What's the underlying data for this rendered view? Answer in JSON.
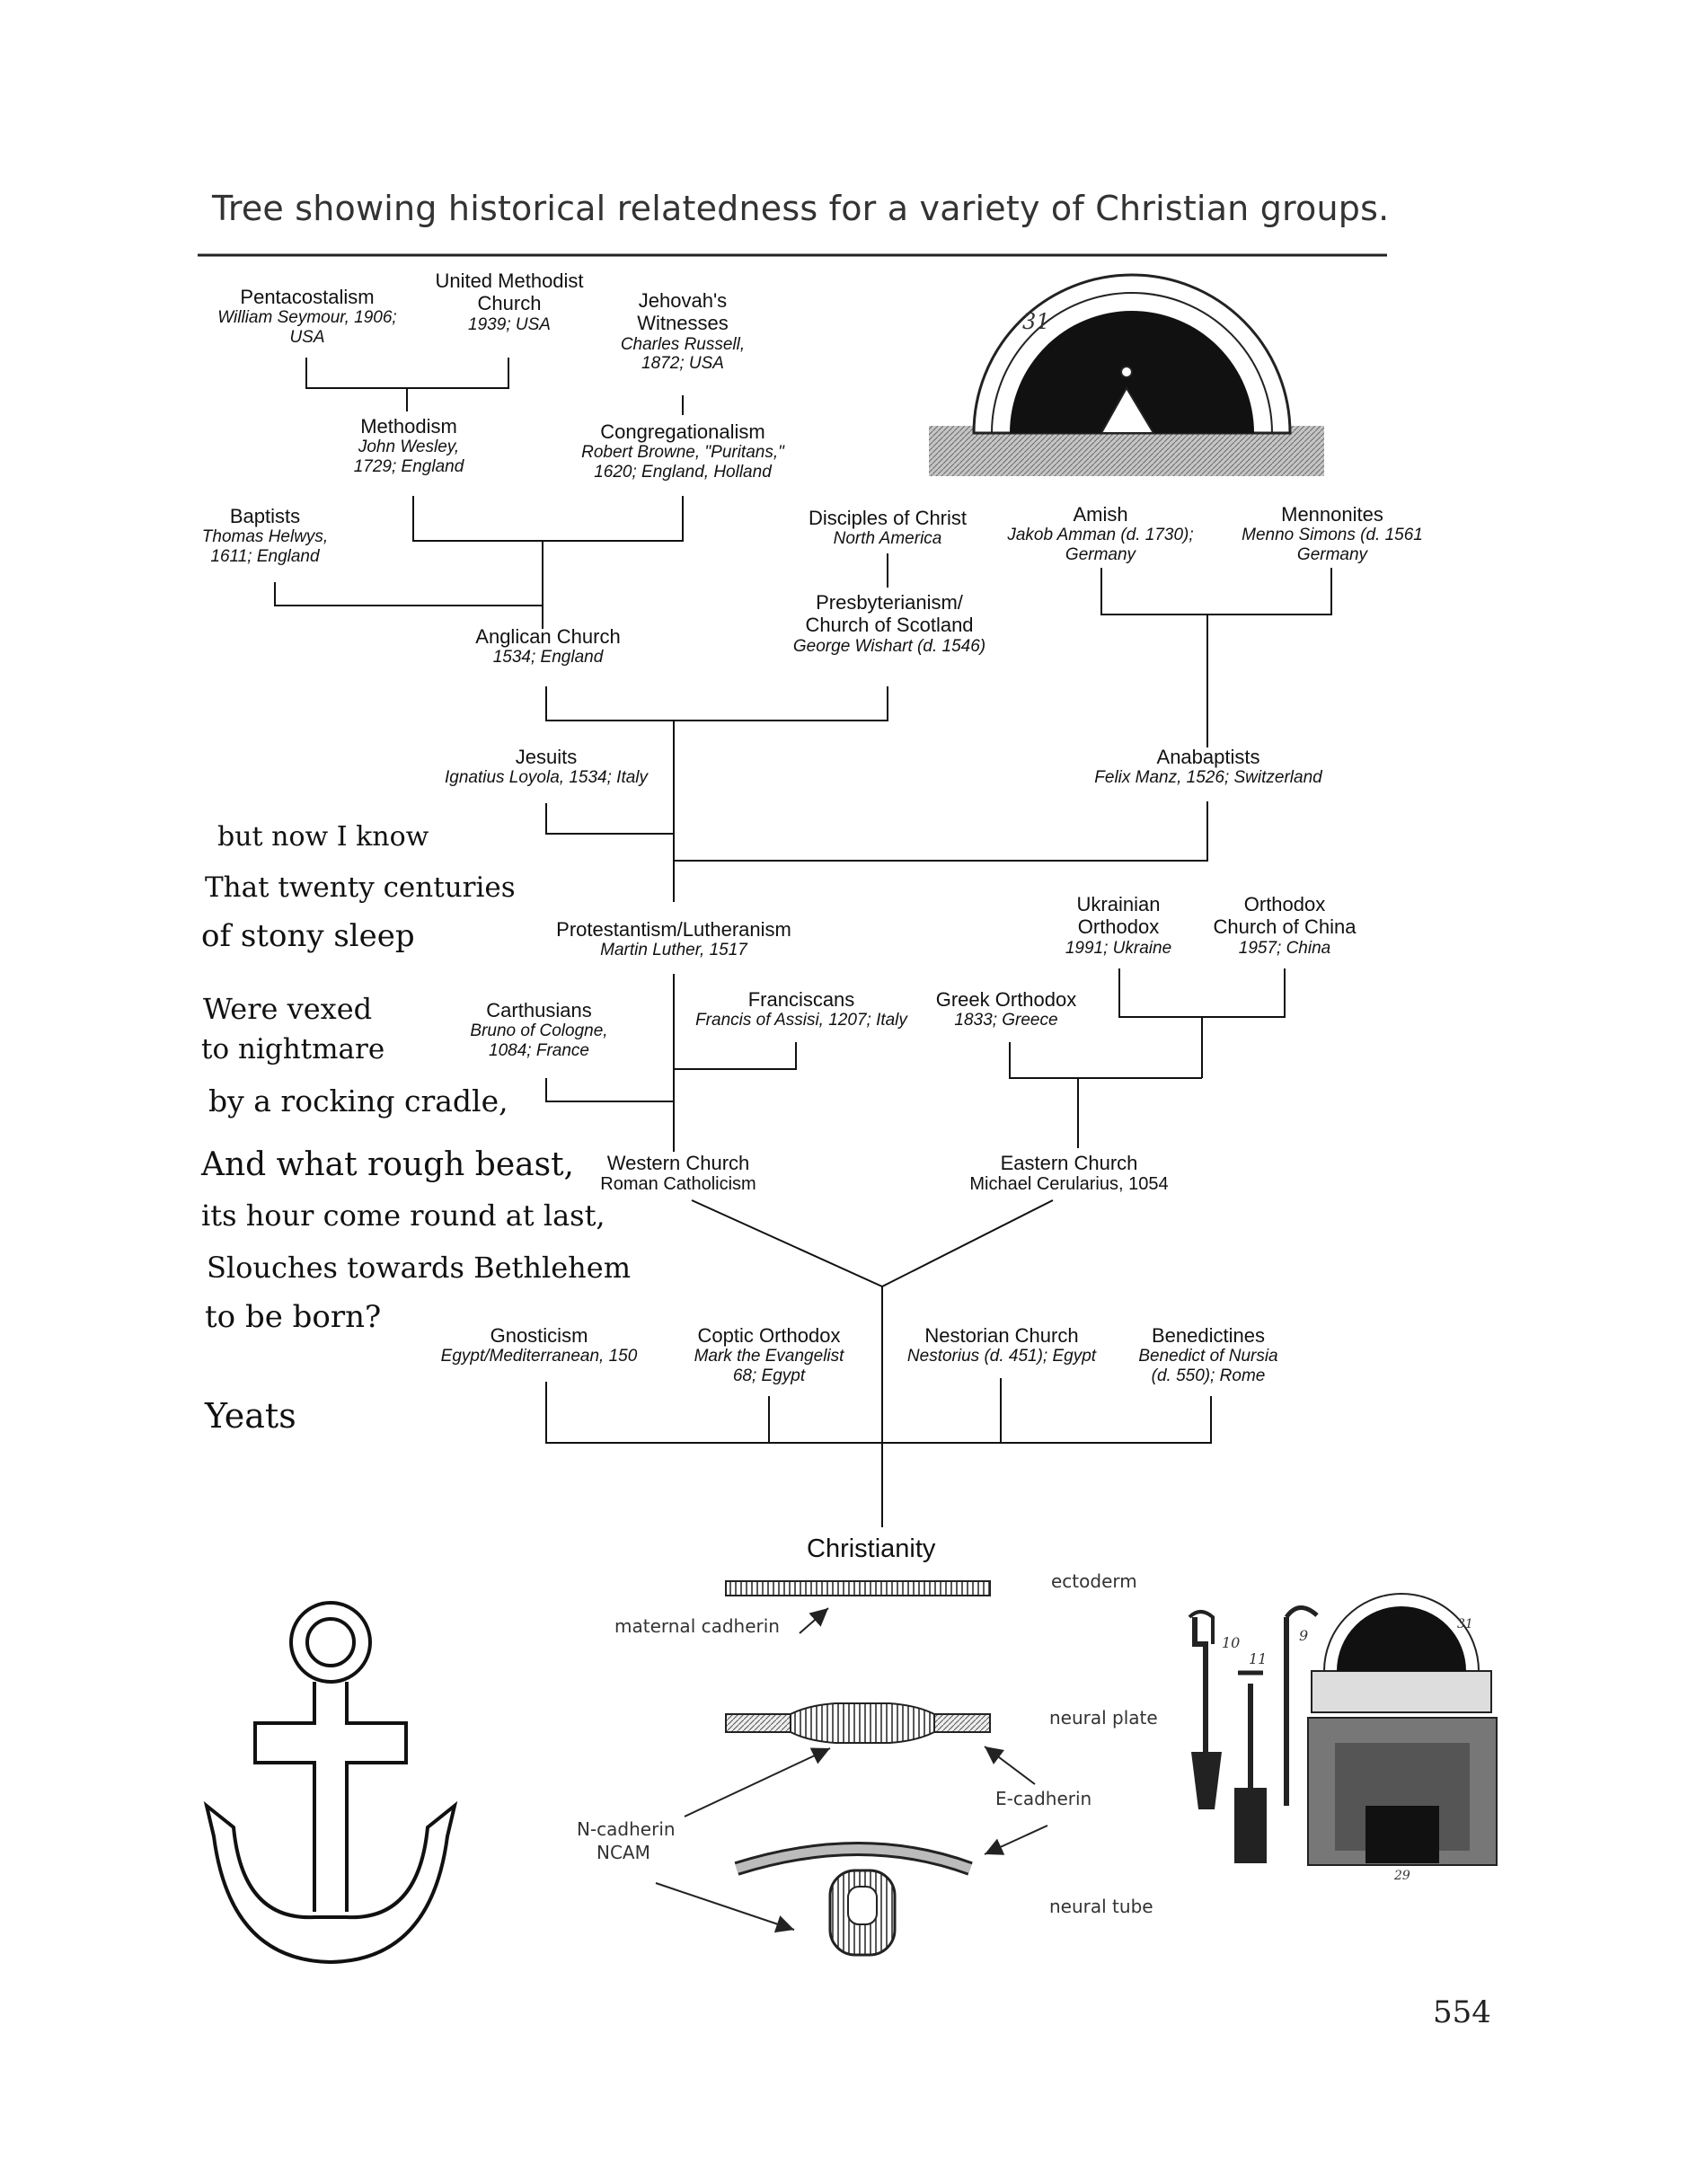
{
  "title": "Tree showing historical relatedness for a variety of Christian groups.",
  "nodes": {
    "pentacostalism": {
      "name": "Pentacostalism",
      "sub1": "William Seymour, 1906;",
      "sub2": "USA"
    },
    "united_methodist": {
      "name1": "United Methodist",
      "name2": "Church",
      "sub1": "1939; USA"
    },
    "jehovahs": {
      "name1": "Jehovah's",
      "name2": "Witnesses",
      "sub1": "Charles Russell,",
      "sub2": "1872; USA"
    },
    "methodism": {
      "name": "Methodism",
      "sub1": "John Wesley,",
      "sub2": "1729; England"
    },
    "congregationalism": {
      "name": "Congregationalism",
      "sub1": "Robert Browne, \"Puritans,\"",
      "sub2": "1620; England, Holland"
    },
    "baptists": {
      "name": "Baptists",
      "sub1": "Thomas Helwys,",
      "sub2": "1611; England"
    },
    "disciples": {
      "name": "Disciples of Christ",
      "sub1": "North America"
    },
    "amish": {
      "name": "Amish",
      "sub1": "Jakob Amman (d. 1730);",
      "sub2": "Germany"
    },
    "mennonites": {
      "name": "Mennonites",
      "sub1": "Menno Simons (d. 1561",
      "sub2": "Germany"
    },
    "presbyterianism": {
      "name1": "Presbyterianism/",
      "name2": "Church of Scotland",
      "sub1": "George Wishart (d. 1546)"
    },
    "anglican": {
      "name": "Anglican Church",
      "sub1": "1534; England"
    },
    "jesuits": {
      "name": "Jesuits",
      "sub1": "Ignatius Loyola, 1534; Italy"
    },
    "anabaptists": {
      "name": "Anabaptists",
      "sub1": "Felix Manz, 1526; Switzerland"
    },
    "protestantism": {
      "name": "Protestantism/Lutheranism",
      "sub1": "Martin Luther, 1517"
    },
    "ukrainian": {
      "name1": "Ukrainian",
      "name2": "Orthodox",
      "sub1": "1991; Ukraine"
    },
    "orthodox_china": {
      "name1": "Orthodox",
      "name2": "Church of China",
      "sub1": "1957; China"
    },
    "carthusians": {
      "name": "Carthusians",
      "sub1": "Bruno of Cologne,",
      "sub2": "1084; France"
    },
    "franciscans": {
      "name": "Franciscans",
      "sub1": "Francis of Assisi, 1207; Italy"
    },
    "greek_orthodox": {
      "name": "Greek Orthodox",
      "sub1": "1833; Greece"
    },
    "western": {
      "name": "Western Church",
      "sub1": "Roman Catholicism"
    },
    "eastern": {
      "name": "Eastern Church",
      "sub1": "Michael Cerularius, 1054"
    },
    "gnosticism": {
      "name": "Gnosticism",
      "sub1": "Egypt/Mediterranean, 150"
    },
    "coptic": {
      "name": "Coptic Orthodox",
      "sub1": "Mark the Evangelist",
      "sub2": "68; Egypt"
    },
    "nestorian": {
      "name": "Nestorian Church",
      "sub1": "Nestorius (d. 451); Egypt"
    },
    "benedictines": {
      "name": "Benedictines",
      "sub1": "Benedict of Nursia",
      "sub2": "(d. 550); Rome"
    },
    "christianity": {
      "name": "Christianity"
    }
  },
  "poem": {
    "l1": "but now I know",
    "l2": "That twenty centuries",
    "l3": "of stony sleep",
    "l4": "Were vexed",
    "l5": "to nightmare",
    "l6": "by a rocking cradle,",
    "l7": "And what rough beast,",
    "l8": "its hour come round at last,",
    "l9": "Slouches towards Bethlehem",
    "l10": "to be born?",
    "author": "Yeats"
  },
  "cadherin": {
    "ectoderm": "ectoderm",
    "maternal": "maternal cadherin",
    "neural_plate": "neural plate",
    "e_cadherin": "E-cadherin",
    "n_cadherin": "N-cadherin",
    "ncam": "NCAM",
    "neural_tube": "neural tube"
  },
  "sketch_labels": {
    "top_furnace": "31",
    "shovel": "10",
    "spade": "11",
    "hook": "9",
    "furnace": "31",
    "base": "29"
  },
  "page_number": "554"
}
